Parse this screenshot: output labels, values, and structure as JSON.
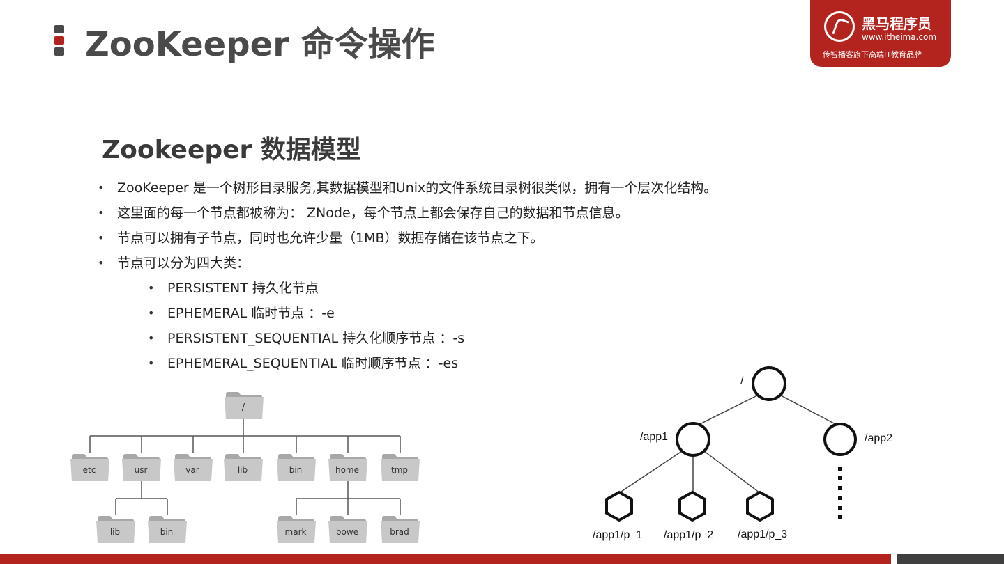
{
  "header": {
    "title": "ZooKeeper 命令操作",
    "marker_colors": [
      "#4a4a4a",
      "#b3241f",
      "#4a4a4a"
    ]
  },
  "logo": {
    "name": "黑马程序员",
    "url": "www.itheima.com",
    "slogan": "传智播客旗下高端IT教育品牌",
    "color": "#b3241f"
  },
  "section": {
    "title": "Zookeeper 数据模型"
  },
  "bullets": [
    "ZooKeeper 是一个树形目录服务,其数据模型和Unix的文件系统目录树很类似，拥有一个层次化结构。",
    "这里面的每一个节点都被称为： ZNode，每个节点上都会保存自己的数据和节点信息。",
    " 节点可以拥有子节点，同时也允许少量（1MB）数据存储在该节点之下。",
    "节点可以分为四大类："
  ],
  "sub_bullets": [
    "PERSISTENT 持久化节点",
    "EPHEMERAL 临时节点 ：-e",
    "PERSISTENT_SEQUENTIAL 持久化顺序节点 ：-s",
    "EPHEMERAL_SEQUENTIAL 临时顺序节点  ：-es"
  ],
  "folder_tree": {
    "root": "/",
    "level1": [
      "etc",
      "usr",
      "var",
      "lib",
      "bin",
      "home",
      "tmp"
    ],
    "usr_children": [
      "lib",
      "bin"
    ],
    "home_children": [
      "mark",
      "bowe",
      "brad"
    ]
  },
  "znode_tree": {
    "root": "/",
    "children": [
      "/app1",
      "/app2"
    ],
    "app1_children": [
      "/app1/p_1",
      "/app1/p_2",
      "/app1/p_3"
    ]
  },
  "colors": {
    "accent": "#b3241f",
    "footer_dark": "#3f3f3f",
    "folder": "#c8c8c8",
    "folder_dark": "#a8a8a8"
  }
}
